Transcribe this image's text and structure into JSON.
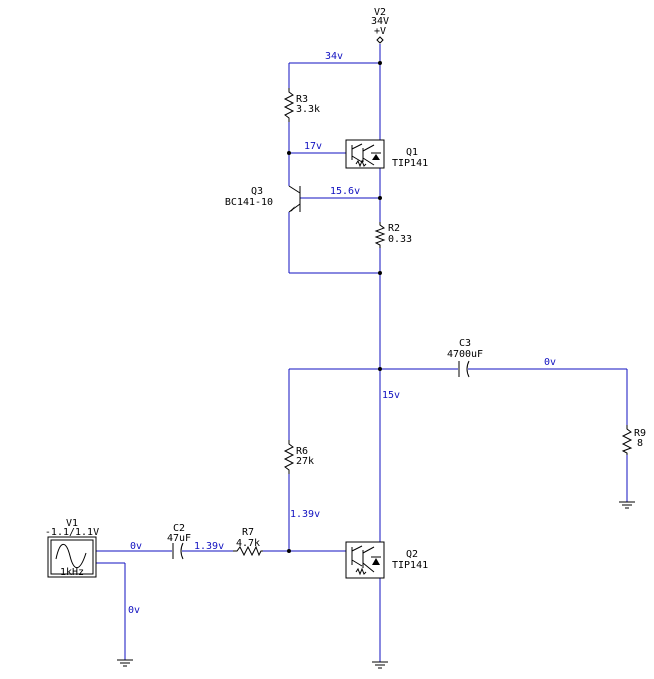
{
  "components": {
    "v2": {
      "name": "V2",
      "value": "34V",
      "pin": "+V"
    },
    "q1": {
      "name": "Q1",
      "part": "TIP141"
    },
    "q2": {
      "name": "Q2",
      "part": "TIP141"
    },
    "q3": {
      "name": "Q3",
      "part": "BC141-10"
    },
    "r3": {
      "name": "R3",
      "value": "3.3k"
    },
    "r2": {
      "name": "R2",
      "value": "0.33"
    },
    "r6": {
      "name": "R6",
      "value": "27k"
    },
    "r7": {
      "name": "R7",
      "value": "4.7k"
    },
    "r9": {
      "name": "R9",
      "value": "8"
    },
    "c2": {
      "name": "C2",
      "value": "47uF"
    },
    "c3": {
      "name": "C3",
      "value": "4700uF"
    },
    "v1": {
      "name": "V1",
      "value": "-1.1/1.1V",
      "freq": "1kHz"
    }
  },
  "node_voltages": {
    "supply_rail": "34v",
    "q1_base": "17v",
    "q3_collector": "15.6v",
    "midpoint": "15v",
    "output": "0v",
    "q2_base": "1.39v",
    "c2_out": "1.39v",
    "v1_out": "0v",
    "v1_gnd": "0v"
  },
  "colors": {
    "wire": "#1010c0",
    "component": "#000000"
  }
}
